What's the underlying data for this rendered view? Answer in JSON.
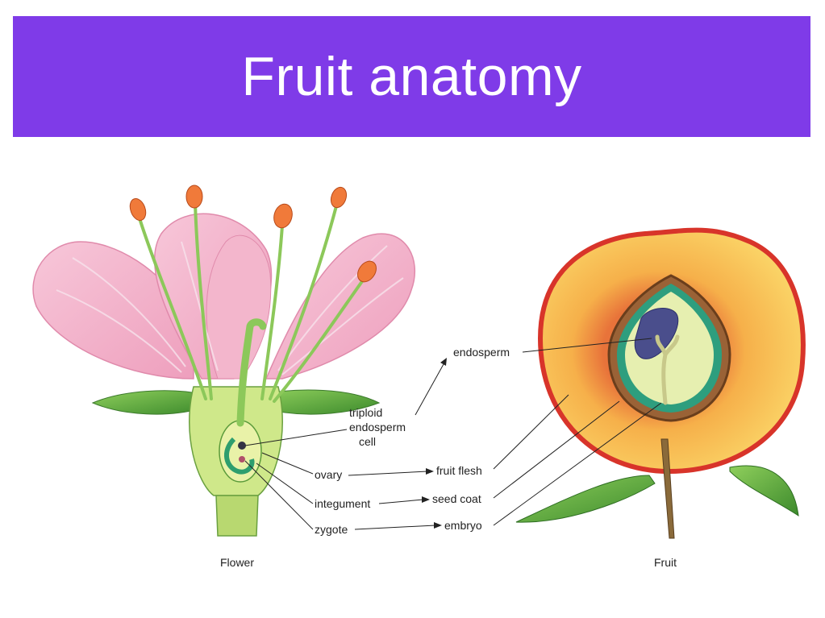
{
  "title": "Fruit anatomy",
  "flower": {
    "caption": "Flower",
    "labels": {
      "triploid_1": "triploid",
      "triploid_2": "endosperm",
      "triploid_3": "cell",
      "ovary": "ovary",
      "integument": "integument",
      "zygote": "zygote"
    }
  },
  "fruit": {
    "caption": "Fruit",
    "labels": {
      "endosperm": "endosperm",
      "fruit_flesh": "fruit flesh",
      "seed_coat": "seed coat",
      "embryo": "embryo"
    }
  },
  "colors": {
    "title_bar": "#7f3be8",
    "petal": "#f5b8cf",
    "stem": "#9ccf6a",
    "anther": "#f07a3a",
    "flesh": "#f8c84a",
    "seed_coat": "#8a5a2e",
    "seed_inner": "#2e9e7e"
  }
}
